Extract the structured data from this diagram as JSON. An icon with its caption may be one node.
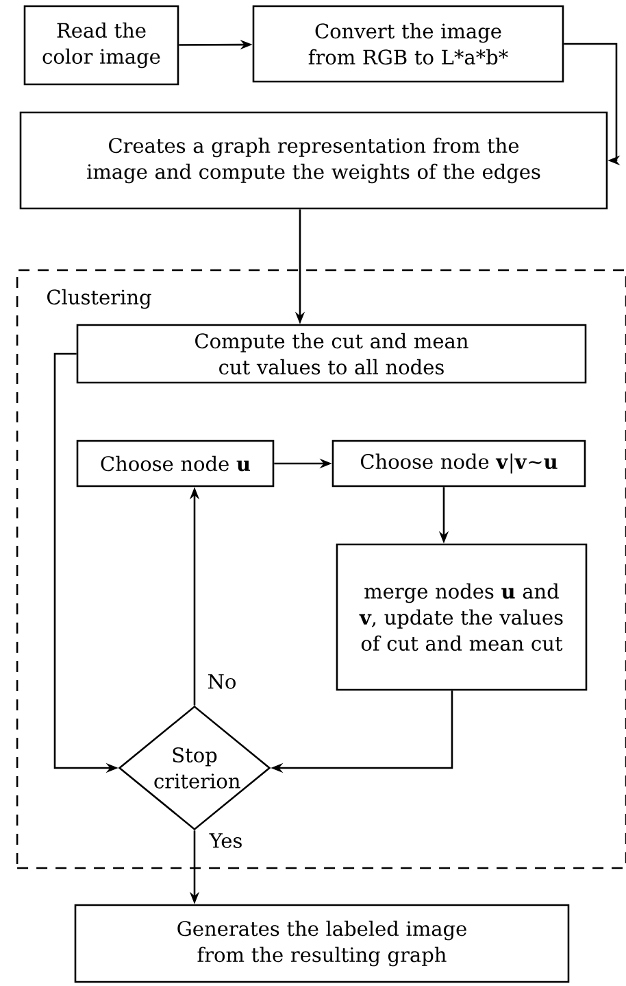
{
  "diagram": {
    "nodes": [
      {
        "text": [
          "Read the color image"
        ]
      },
      {
        "text": [
          "Convert the image from RGB to L*a*b*"
        ]
      },
      {
        "text": [
          "Creates a graph representation from  the image and compute the weights of the edges"
        ]
      },
      {
        "text": [
          "Clustering"
        ]
      },
      {
        "text": [
          "Compute the cut and mean cut values to all nodes"
        ],
        "in": 3
      },
      {
        "text": [
          "Choose node **u**"
        ],
        "in": 3
      },
      {
        "text": [
          "Choose node **v**|**v**~**u**"
        ],
        "in": 3
      },
      {
        "text": [
          "merge nodes **u** and **v**, update the values of cut and mean cut"
        ],
        "in": 3
      },
      {
        "text": [
          "Stop criterion"
        ],
        "in": 3
      },
      {
        "text": [
          "Generates the labeled image from the resulting graph"
        ]
      }
    ],
    "edges": [
      {
        "from": 0,
        "to": 1,
        "arrow": "to"
      },
      {
        "from": 1,
        "to": 2,
        "arrow": "to"
      },
      {
        "from": 2,
        "to": 4,
        "arrow": "to"
      },
      {
        "from": 4,
        "to": 8,
        "arrow": "to"
      },
      {
        "from": 5,
        "to": 6,
        "arrow": "to"
      },
      {
        "from": 6,
        "to": 7,
        "arrow": "to"
      },
      {
        "from": 7,
        "to": 8,
        "arrow": "to"
      },
      {
        "from": 8,
        "to": 5,
        "arrow": "to",
        "label": "No"
      },
      {
        "from": 8,
        "to": 9,
        "arrow": "to",
        "label": "Yes"
      }
    ]
  }
}
